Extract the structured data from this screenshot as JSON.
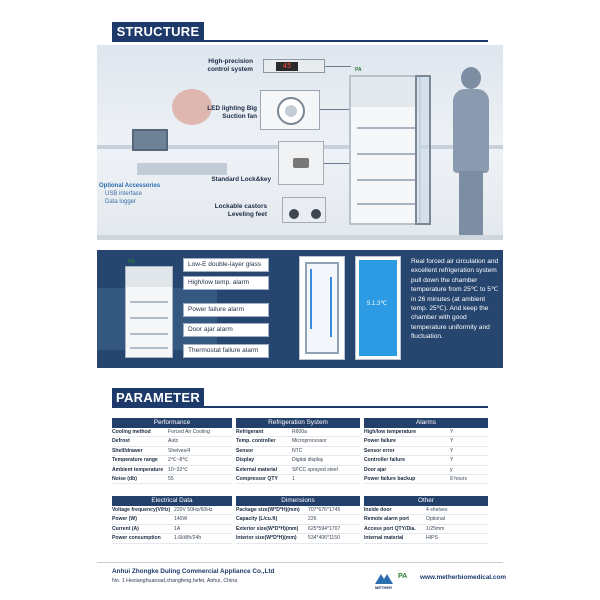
{
  "structure": {
    "title": "STRUCTURE",
    "callouts": [
      "High-precision control system",
      "LED lighting Big Suction fan",
      "Standard Lock&key",
      "Lockable castors Leveling feet"
    ],
    "display_reading": "45",
    "accessories": {
      "title": "Optional Accessories",
      "items": [
        "USB interface",
        "Data logger"
      ]
    },
    "brand_mark": "PA"
  },
  "features": {
    "labels": [
      "Low-E double-layer glass",
      "High/low temp. alarm",
      "Power failure alarm",
      "Door ajar alarm",
      "Thermostat failure alarm"
    ],
    "diagram_temp": "5.1.3℃",
    "description": "Real forced air circulation and excellent refrigeration system pull down the chamber temperature from 25℃ to 5℃ in 26 minutes (at ambient temp. 25℃). And keep the chamber with good temperature uniformity and fluctuation."
  },
  "parameter": {
    "title": "PARAMETER",
    "groups": {
      "performance": {
        "title": "Performance",
        "rows": [
          [
            "Cooling method",
            "Forced Air Cooling"
          ],
          [
            "Defrost",
            "Auto"
          ],
          [
            "Shelf/drawer",
            "Shelves/4"
          ],
          [
            "Temperature range",
            "2℃~8℃"
          ],
          [
            "Ambient temperature",
            "10~32℃"
          ],
          [
            "Noise (db)",
            "55"
          ]
        ]
      },
      "refrigeration": {
        "title": "Refrigeration System",
        "rows": [
          [
            "Refrigerant",
            "R600a"
          ],
          [
            "Temp. controller",
            "Microprocessor"
          ],
          [
            "Sensor",
            "NTC"
          ],
          [
            "Display",
            "Digital display"
          ],
          [
            "External material",
            "SPCC sprayed steel"
          ],
          [
            "Compressor QTY",
            "1"
          ]
        ]
      },
      "alarms": {
        "title": "Alarms",
        "rows": [
          [
            "High/low temperature",
            "Y"
          ],
          [
            "Power failure",
            "Y"
          ],
          [
            "Sensor error",
            "Y"
          ],
          [
            "Controller failure",
            "Y"
          ],
          [
            "Door ajar",
            "y"
          ],
          [
            "Power failure backup",
            "8 hours"
          ]
        ]
      },
      "electrical": {
        "title": "Electrical Data",
        "rows": [
          [
            "Voltage frequency(V/Hz)",
            "220V 50Hz/60Hz"
          ],
          [
            "Power (W)",
            "140W"
          ],
          [
            "Current (A)",
            "1A"
          ],
          [
            "Power consumption",
            "1.6kWh/24h"
          ]
        ]
      },
      "dimensions": {
        "title": "Dimensions",
        "rows": [
          [
            "Package size(W*D*H)(mm)",
            "707*676*1745"
          ],
          [
            "Capacity (L/cu.ft)",
            "226"
          ],
          [
            "Exterior size(W*D*H)(mm)",
            "625*594*1707"
          ],
          [
            "Interior size(W*D*H)(mm)",
            "534*406*1150"
          ]
        ]
      },
      "other": {
        "title": "Other",
        "rows": [
          [
            "Inside door",
            "4 shelves"
          ],
          [
            "Remote alarm port",
            "Optional"
          ],
          [
            "Access port QTY/Dia.",
            "1/25mm"
          ],
          [
            "Internal material",
            "HIPS"
          ]
        ]
      }
    }
  },
  "footer": {
    "company": "Anhui Zhongke Duling Commercial Appliance Co.,Ltd",
    "address": "No. 1 Hexianghuaroad,changfeng,hefei, Anhui, China",
    "logo_text": "METHER",
    "logo2": "PA",
    "website": "www.metherbiomedical.com"
  },
  "colors": {
    "navy": "#1d3a6b",
    "band": "#26466f",
    "accent_blue": "#2c9be4",
    "brand_green": "#2c7c3a"
  }
}
